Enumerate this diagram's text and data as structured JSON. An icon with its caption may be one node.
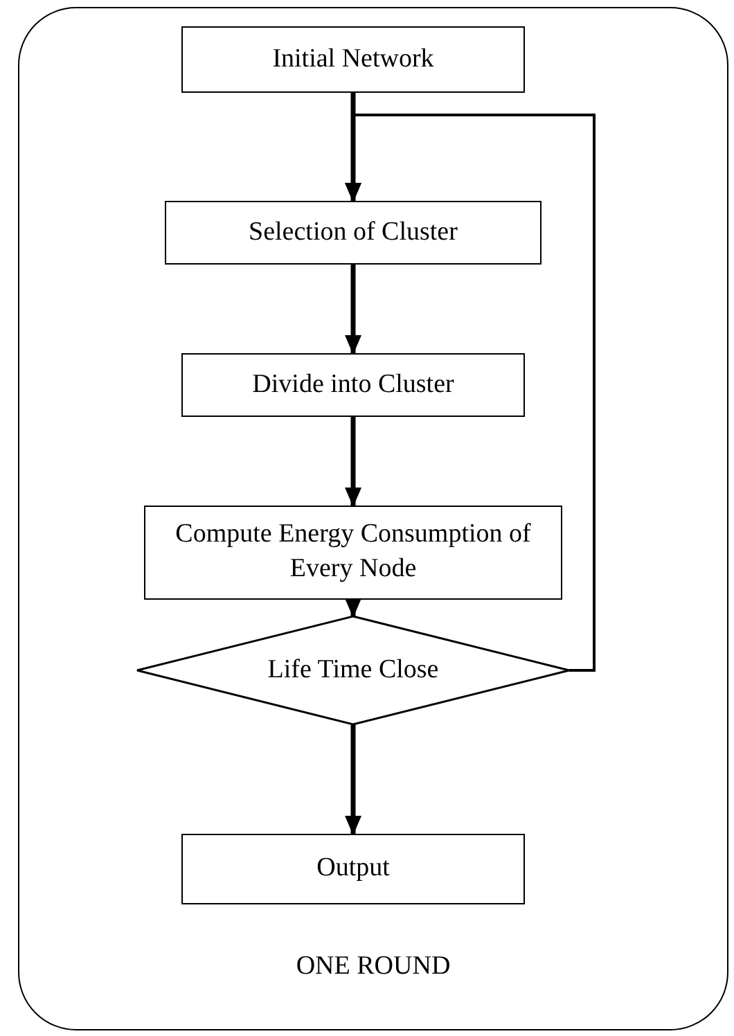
{
  "diagram": {
    "nodes": [
      {
        "text": [
          "ONE ROUND"
        ]
      },
      {
        "text": [
          "Initial Network"
        ],
        "in": 0
      },
      {
        "text": [
          "Selection of Cluster"
        ],
        "in": 0
      },
      {
        "text": [
          "Divide into Cluster"
        ],
        "in": 0
      },
      {
        "text": [
          "Compute Energy Consumption of Every Node"
        ],
        "in": 0
      },
      {
        "text": [
          "Life Time Close"
        ],
        "in": 0
      },
      {
        "text": [
          "Output"
        ],
        "in": 0
      }
    ],
    "edges": [
      {
        "from": 1,
        "to": 2,
        "arrow": "to"
      },
      {
        "from": 2,
        "to": 3,
        "arrow": "to"
      },
      {
        "from": 3,
        "to": 4,
        "arrow": "to"
      },
      {
        "from": 4,
        "to": 5,
        "arrow": "to"
      },
      {
        "from": 5,
        "to": 2,
        "arrow": "to"
      },
      {
        "from": 5,
        "to": 6,
        "arrow": "to"
      }
    ]
  }
}
